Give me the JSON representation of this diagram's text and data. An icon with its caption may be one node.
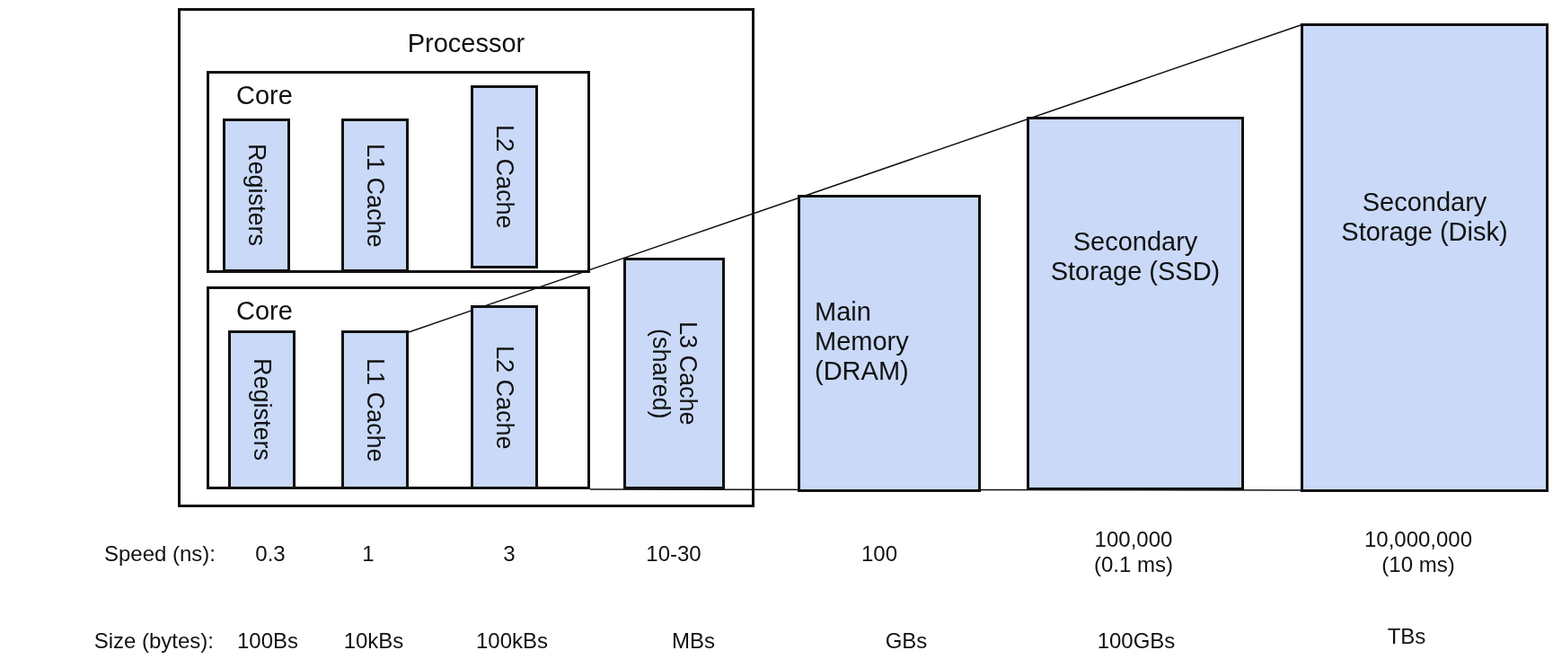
{
  "diagram": {
    "nodes": [
      {
        "text": [
          "Processor"
        ]
      },
      {
        "text": [
          "Core"
        ],
        "in": 0
      },
      {
        "text": [
          "Registers"
        ],
        "in": 1
      },
      {
        "text": [
          "L1 Cache"
        ],
        "in": 1
      },
      {
        "text": [
          "L2 Cache"
        ],
        "in": 1
      },
      {
        "text": [
          "Core"
        ],
        "in": 0
      },
      {
        "text": [
          "Registers"
        ],
        "in": 5
      },
      {
        "text": [
          "L1 Cache"
        ],
        "in": 5
      },
      {
        "text": [
          "L2 Cache"
        ],
        "in": 5
      },
      {
        "text": [
          "L3 Cache (shared)"
        ],
        "in": 0
      },
      {
        "text": [
          "Main Memory (DRAM)"
        ]
      },
      {
        "text": [
          "Secondary Storage (SSD)"
        ]
      },
      {
        "text": [
          "Secondary Storage (Disk)"
        ]
      }
    ],
    "edges": [],
    "labels": [
      "Speed (ns):",
      "0.3",
      "1",
      "3",
      "10-30",
      "100",
      "100,000 (0.1 ms)",
      "10,000,000 (10 ms)",
      "Size (bytes):",
      "100Bs",
      "10kBs",
      "100kBs",
      "MBs",
      "GBs",
      "100GBs",
      "TBs"
    ]
  }
}
